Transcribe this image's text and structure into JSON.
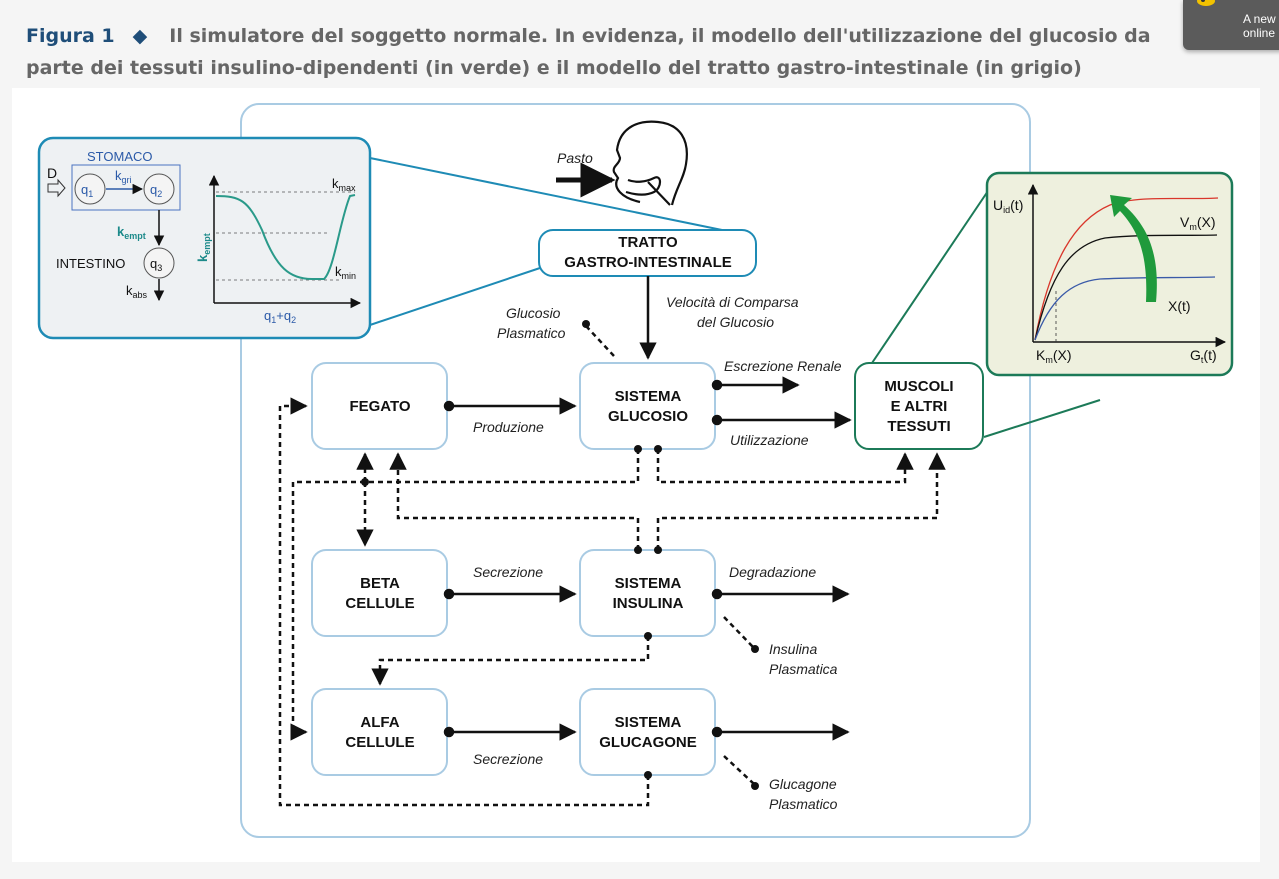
{
  "caption": {
    "figure_label": "Figura 1",
    "bullet": "◆",
    "text": "Il simulatore del soggetto normale. In evidenza, il modello dell'utilizzazione del glucosio da parte dei tessuti insulino-dipendenti (in verde) e il modello del tratto gastro-intestinale (in grigio)"
  },
  "toast": {
    "line1": "A new",
    "line2": "online"
  },
  "boxes": {
    "tratto": [
      "TRATTO",
      "GASTRO-INTESTINALE"
    ],
    "fegato": [
      "FEGATO"
    ],
    "sistema_glucosio": [
      "SISTEMA",
      "GLUCOSIO"
    ],
    "muscoli": [
      "MUSCOLI",
      "E ALTRI",
      "TESSUTI"
    ],
    "beta": [
      "BETA",
      "CELLULE"
    ],
    "sistema_insulina": [
      "SISTEMA",
      "INSULINA"
    ],
    "alfa": [
      "ALFA",
      "CELLULE"
    ],
    "sistema_glucagone": [
      "SISTEMA",
      "GLUCAGONE"
    ]
  },
  "labels": {
    "pasto": "Pasto",
    "velocita": [
      "Velocità di Comparsa",
      "del Glucosio"
    ],
    "glucosio_plasmatico": [
      "Glucosio",
      "Plasmatico"
    ],
    "escrezione_renale": "Escrezione Renale",
    "produzione": "Produzione",
    "utilizzazione": "Utilizzazione",
    "secrezione_beta": "Secrezione",
    "degradazione": "Degradazione",
    "insulina_plasmatica": [
      "Insulina",
      "Plasmatica"
    ],
    "secrezione_alfa": "Secrezione",
    "glucagone_plasmatico": [
      "Glucagone",
      "Plasmatico"
    ]
  },
  "gi_inset": {
    "stomaco": "STOMACO",
    "D": "D",
    "q1": "q",
    "q2": "q",
    "q3": "q",
    "kgri": "k",
    "kempt": "k",
    "intestino": "INTESTINO",
    "kabs": "k",
    "plot": {
      "ylabel": "k",
      "kmax": "k",
      "kmin": "k",
      "xlabel": "q"
    }
  },
  "muscle_inset": {
    "ylabel": "U",
    "xlabel": "G",
    "vm": "V",
    "xt": "X(t)",
    "km": "K"
  },
  "colors": {
    "box_border": "#a9cbe3",
    "gi_border": "#1e8bb5",
    "muscle_border": "#1c7a58",
    "gi_bg": "#eef1f3",
    "muscle_bg": "#eef0de",
    "green_arrow": "#1f9a3c",
    "teal_curve": "#2a9a8a",
    "red_curve": "#d9362b",
    "blue_curve": "#3a5aa8"
  }
}
